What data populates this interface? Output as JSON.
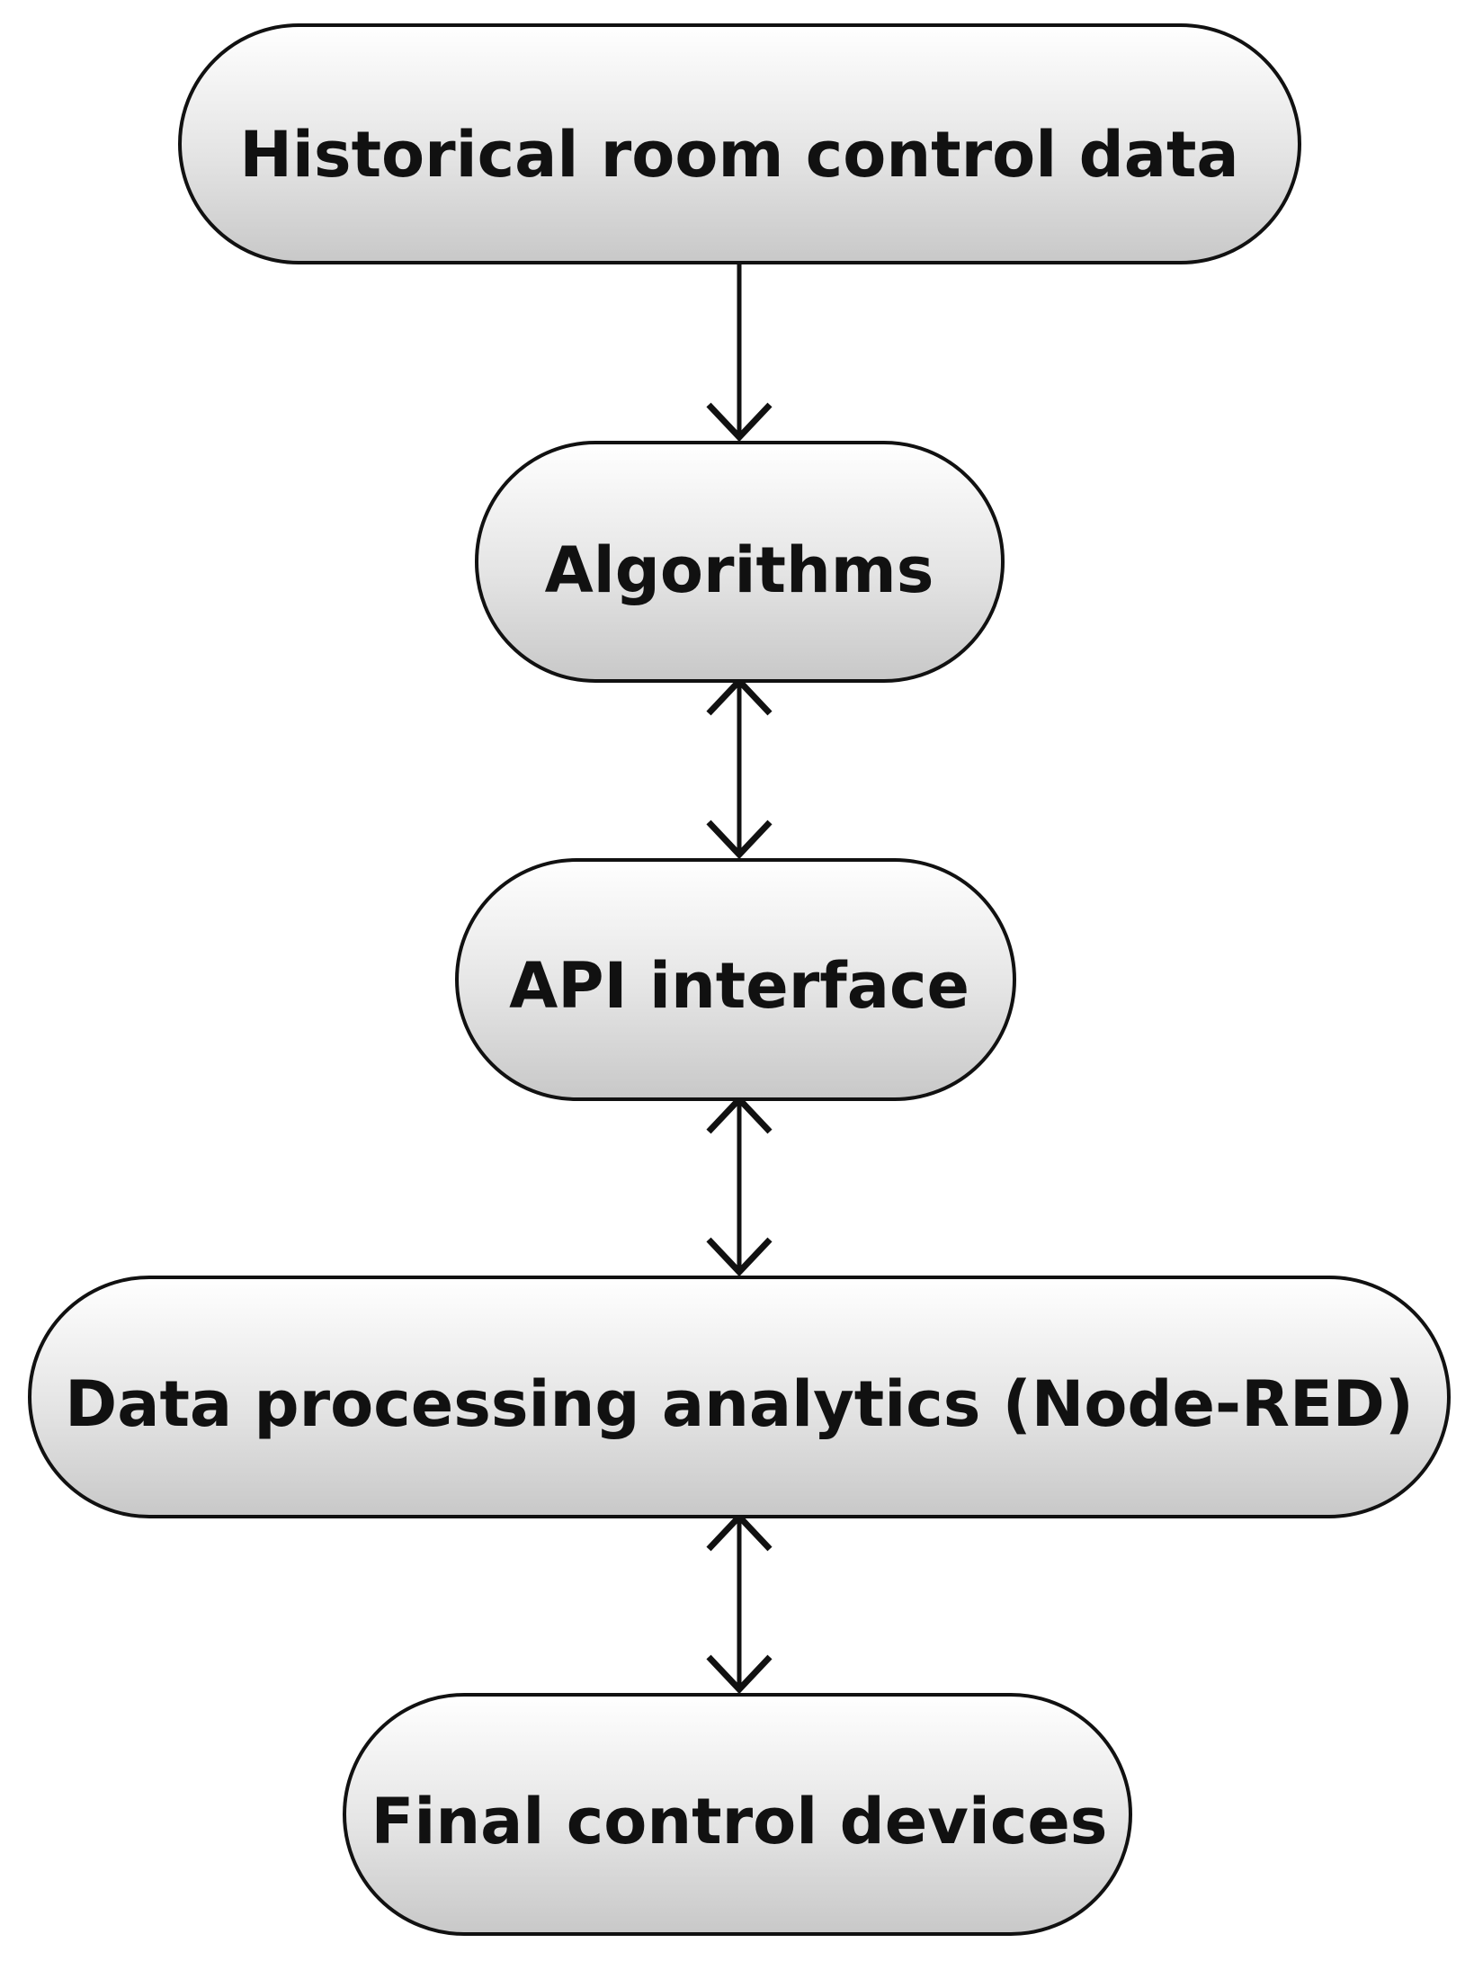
{
  "diagram": {
    "nodes": [
      {
        "id": "historical",
        "label": "Historical room control data"
      },
      {
        "id": "algorithms",
        "label": "Algorithms"
      },
      {
        "id": "api",
        "label": "API interface"
      },
      {
        "id": "processing",
        "label": "Data processing analytics (Node-RED)"
      },
      {
        "id": "devices",
        "label": "Final control devices"
      }
    ],
    "edges": [
      {
        "from": "historical",
        "to": "algorithms",
        "direction": "forward"
      },
      {
        "from": "algorithms",
        "to": "api",
        "direction": "both"
      },
      {
        "from": "api",
        "to": "processing",
        "direction": "both"
      },
      {
        "from": "processing",
        "to": "devices",
        "direction": "both"
      }
    ],
    "colors": {
      "node_fill_light": "#ffffff",
      "node_fill_dark": "#c8c8c8",
      "stroke": "#111111",
      "text": "#111111"
    }
  }
}
